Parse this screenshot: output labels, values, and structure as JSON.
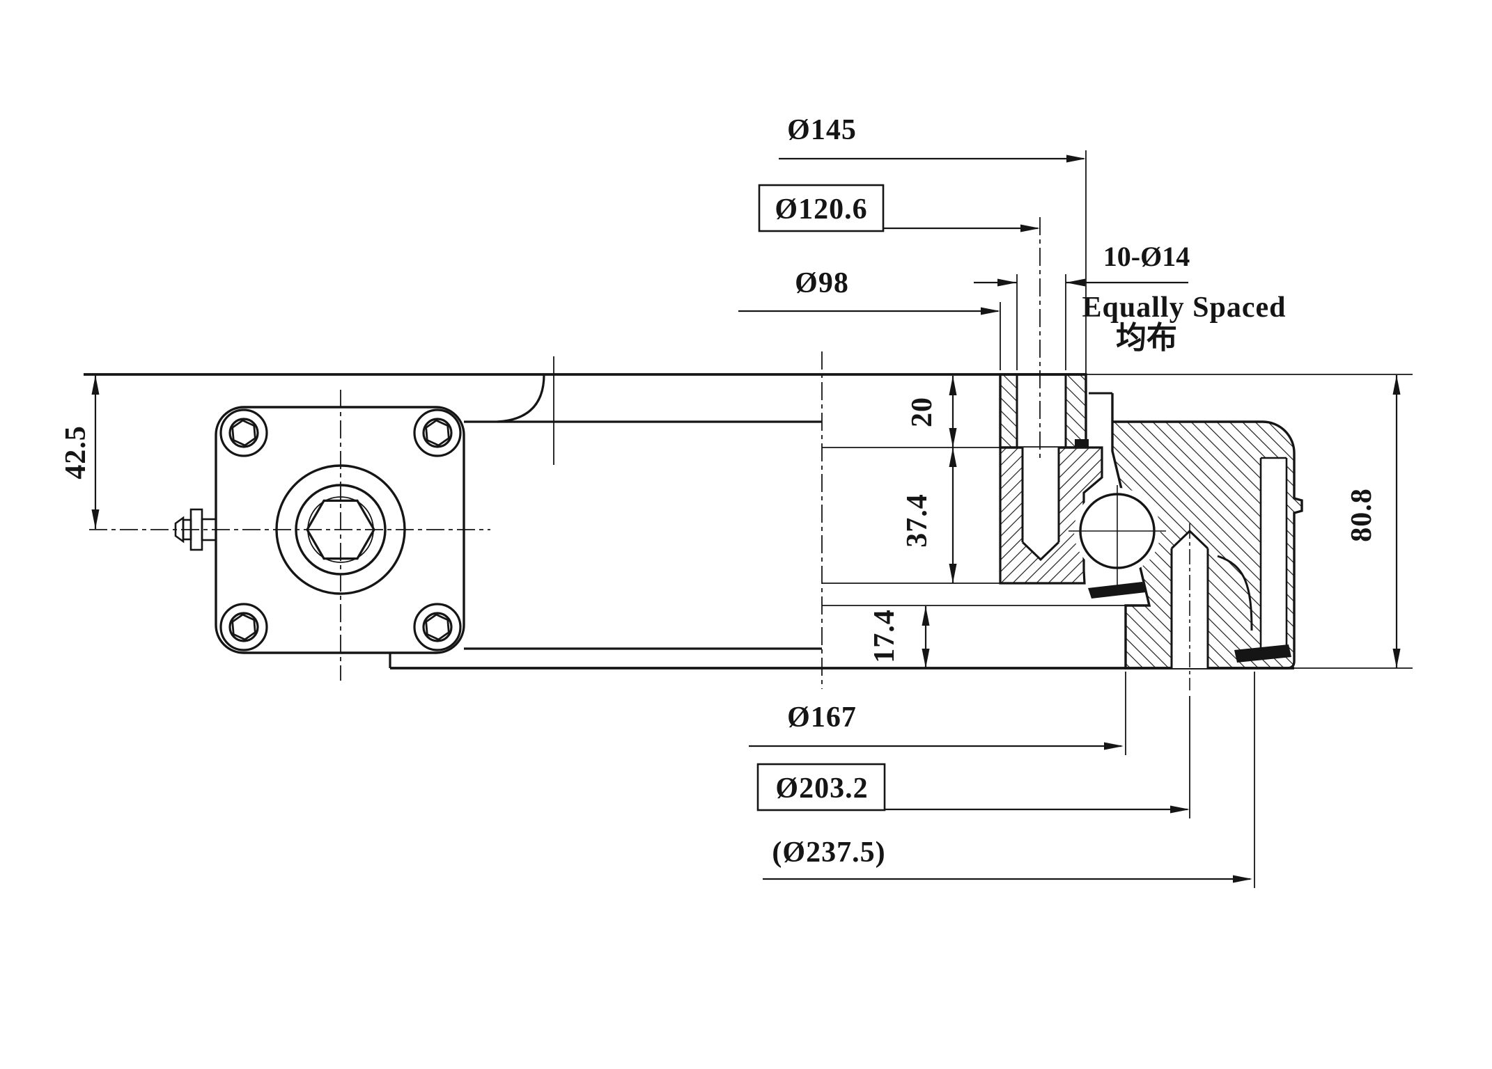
{
  "drawing": {
    "background": "#ffffff",
    "line_color": "#151515",
    "dimensions": {
      "d42_5": "42.5",
      "d145": "Ø145",
      "d120_6": "Ø120.6",
      "d98": "Ø98",
      "d10_14": "10-Ø14",
      "d20": "20",
      "d37_4": "37.4",
      "d17_4": "17.4",
      "d80_8": "80.8",
      "d167": "Ø167",
      "d203_2": "Ø203.2",
      "d237_5": "(Ø237.5)"
    },
    "notes": {
      "equally_spaced_en": "Equally Spaced",
      "equally_spaced_zh": "均布"
    }
  }
}
